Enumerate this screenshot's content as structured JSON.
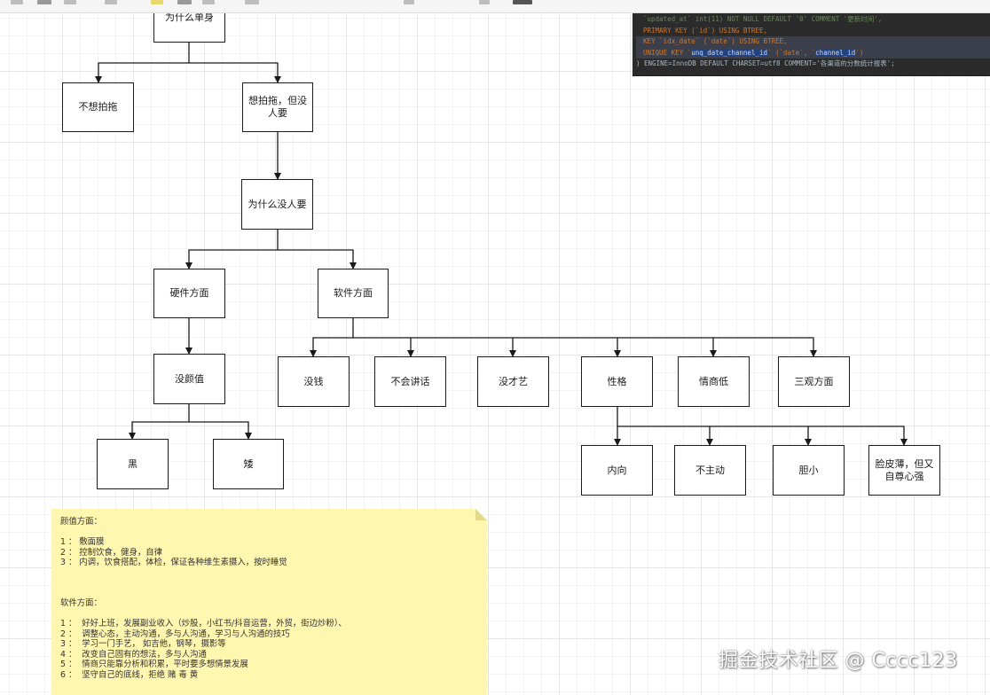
{
  "nodes": {
    "root": "为什么单身",
    "n_no_date": "不想拍拖",
    "n_want_date": "想拍拖，但没人要",
    "n_why": "为什么没人要",
    "n_hardware": "硬件方面",
    "n_software": "软件方面",
    "n_no_looks": "没颜值",
    "n_dark": "黑",
    "n_short": "矮",
    "n_no_money": "没钱",
    "n_no_talk": "不会讲话",
    "n_no_talent": "没才艺",
    "n_personality": "性格",
    "n_low_eq": "情商低",
    "n_values": "三观方面",
    "n_introvert": "内向",
    "n_passive": "不主动",
    "n_timid": "胆小",
    "n_thin_skin": "脸皮薄，但又自尊心强"
  },
  "code": {
    "l1": "`updated_at` int(11) NOT NULL DEFAULT '0' COMMENT '更新时间',",
    "l2a": "PRIMARY KEY (`id`) USING BTREE,",
    "l3": "KEY `idx_date` (`date`) USING BTREE,",
    "l4a": "UNIQUE KEY `",
    "l4b": "unq_date_channel_id",
    "l4c": "` (`date`, `",
    "l4d": "channel_id",
    "l4e": "`)",
    "l5": ") ENGINE=InnoDB DEFAULT CHARSET=utf8 COMMENT='各渠道的分数统计报表';"
  },
  "note": {
    "looks_heading": "颜值方面：",
    "looks_items": [
      "1 ： 敷面膜",
      "2 ： 控制饮食，健身，自律",
      "3 ： 内调，饮食搭配，体检，保证各种维生素摄入，按时睡觉"
    ],
    "software_heading": "软件方面：",
    "software_items": [
      "1 ：  好好上班，发展副业收入（炒股，小红书/抖音运营，外贸，街边炒粉）、",
      "2 ：  调整心态，主动沟通，多与人沟通，学习与人沟通的技巧",
      "3 ：  学习一门手艺， 如吉他，钢琴，摄影等",
      "4 ：  改变自己固有的想法，多与人沟通",
      "5 ：  情商只能靠分析和积累，平时要多想情景发展",
      "6 ：  坚守自己的底线，拒绝 赌 毒 黄"
    ]
  },
  "watermark": "掘金技术社区 @ Cccc123"
}
